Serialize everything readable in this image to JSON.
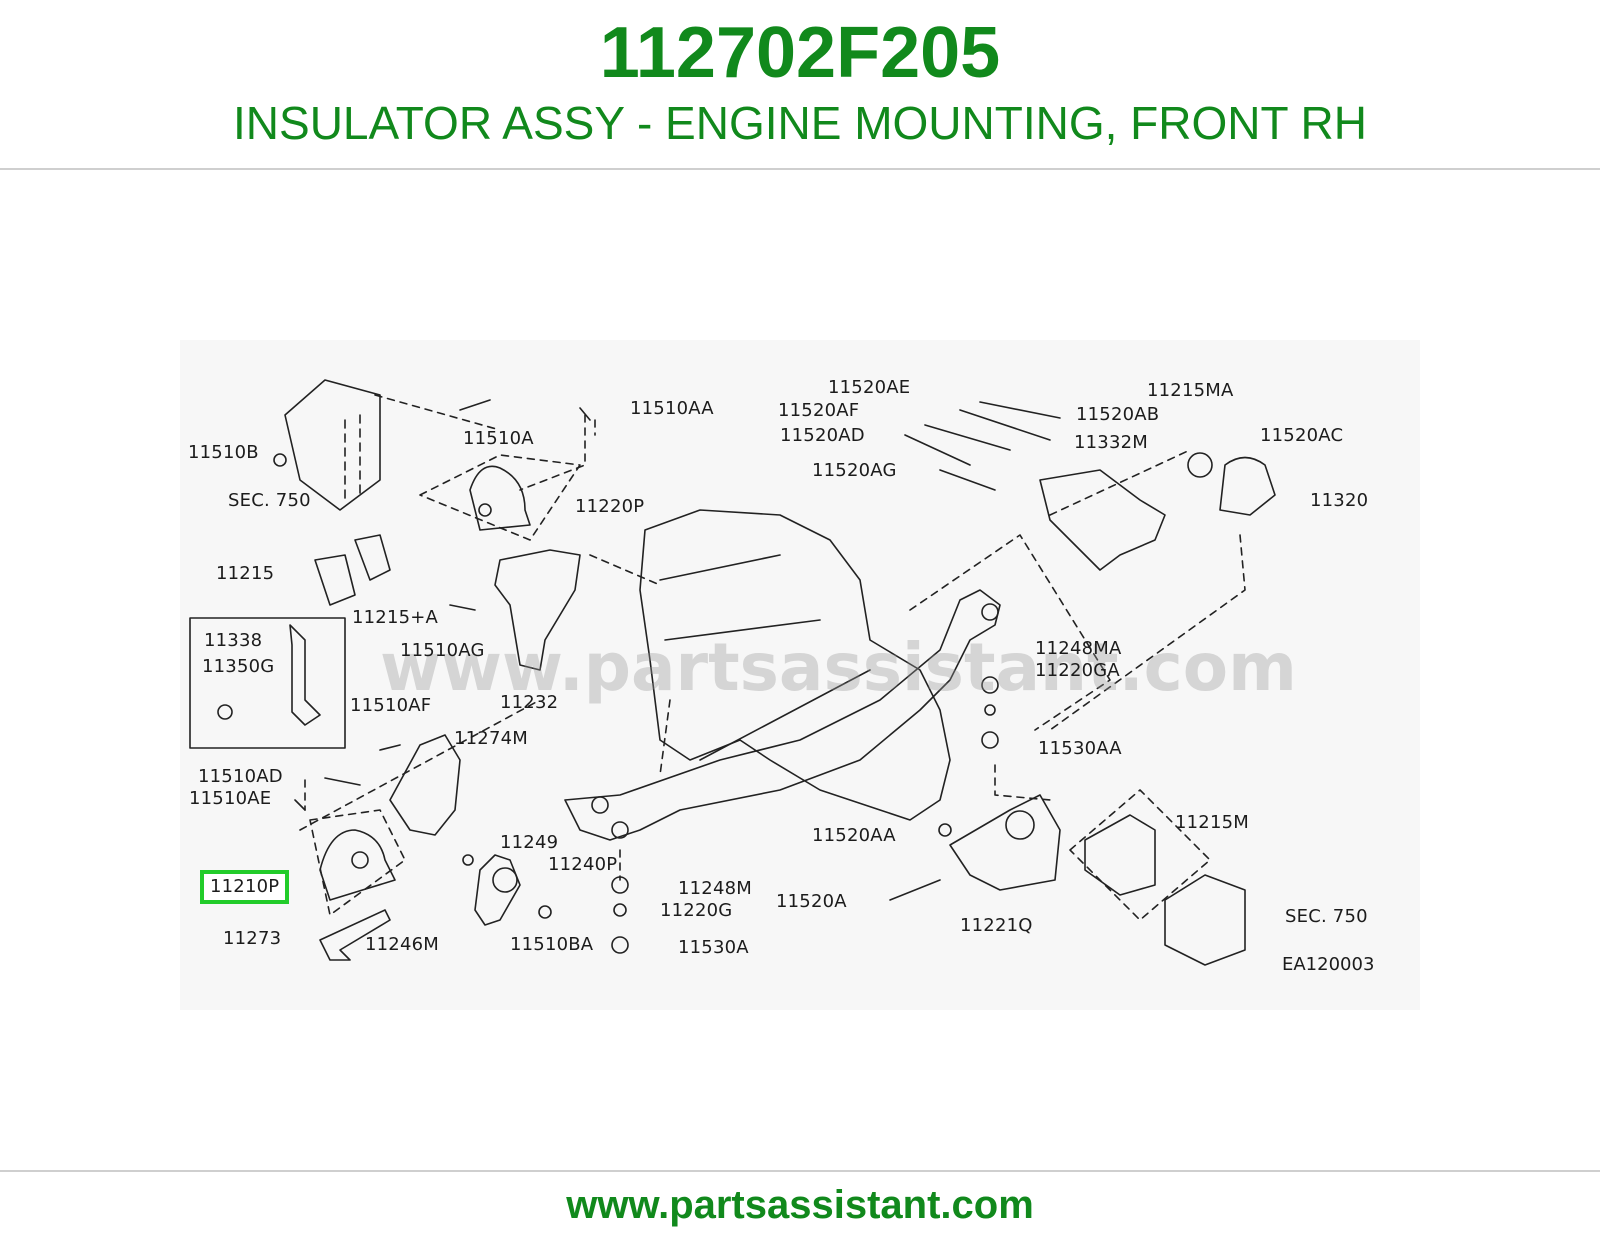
{
  "header": {
    "part_number": "112702F205",
    "description": "INSULATOR ASSY - ENGINE MOUNTING, FRONT RH"
  },
  "footer": {
    "url": "www.partsassistant.com"
  },
  "diagram": {
    "watermark": "www.partsassistant.com",
    "reference_code": "EA120003",
    "selected_callout": "11210P",
    "callouts": {
      "c11510AA": "11510AA",
      "c11510A": "11510A",
      "c11510B": "11510B",
      "c_sec750_left": "SEC. 750",
      "c11220P": "11220P",
      "c11215": "11215",
      "c11215A": "11215+A",
      "c11510AG": "11510AG",
      "c11338": "11338",
      "c11350G": "11350G",
      "c11232": "11232",
      "c11510AF": "11510AF",
      "c11274M": "11274M",
      "c11510AD": "11510AD",
      "c11510AE": "11510AE",
      "c11249": "11249",
      "c11240P": "11240P",
      "c11210P": "11210P",
      "c11273": "11273",
      "c11246M": "11246M",
      "c11510BA": "11510BA",
      "c11248M": "11248M",
      "c11220G": "11220G",
      "c11530A": "11530A",
      "c11520AE": "11520AE",
      "c11520AF": "11520AF",
      "c11520AD": "11520AD",
      "c11520AG": "11520AG",
      "c11520AB": "11520AB",
      "c11215MA": "11215MA",
      "c11520AC": "11520AC",
      "c11332M": "11332M",
      "c11320": "11320",
      "c11248MA": "11248MA",
      "c11220GA": "11220GA",
      "c11530AA": "11530AA",
      "c11520AA": "11520AA",
      "c11215M": "11215M",
      "c11520A": "11520A",
      "c11221Q": "11221Q",
      "c_sec750_right": "SEC. 750"
    }
  }
}
